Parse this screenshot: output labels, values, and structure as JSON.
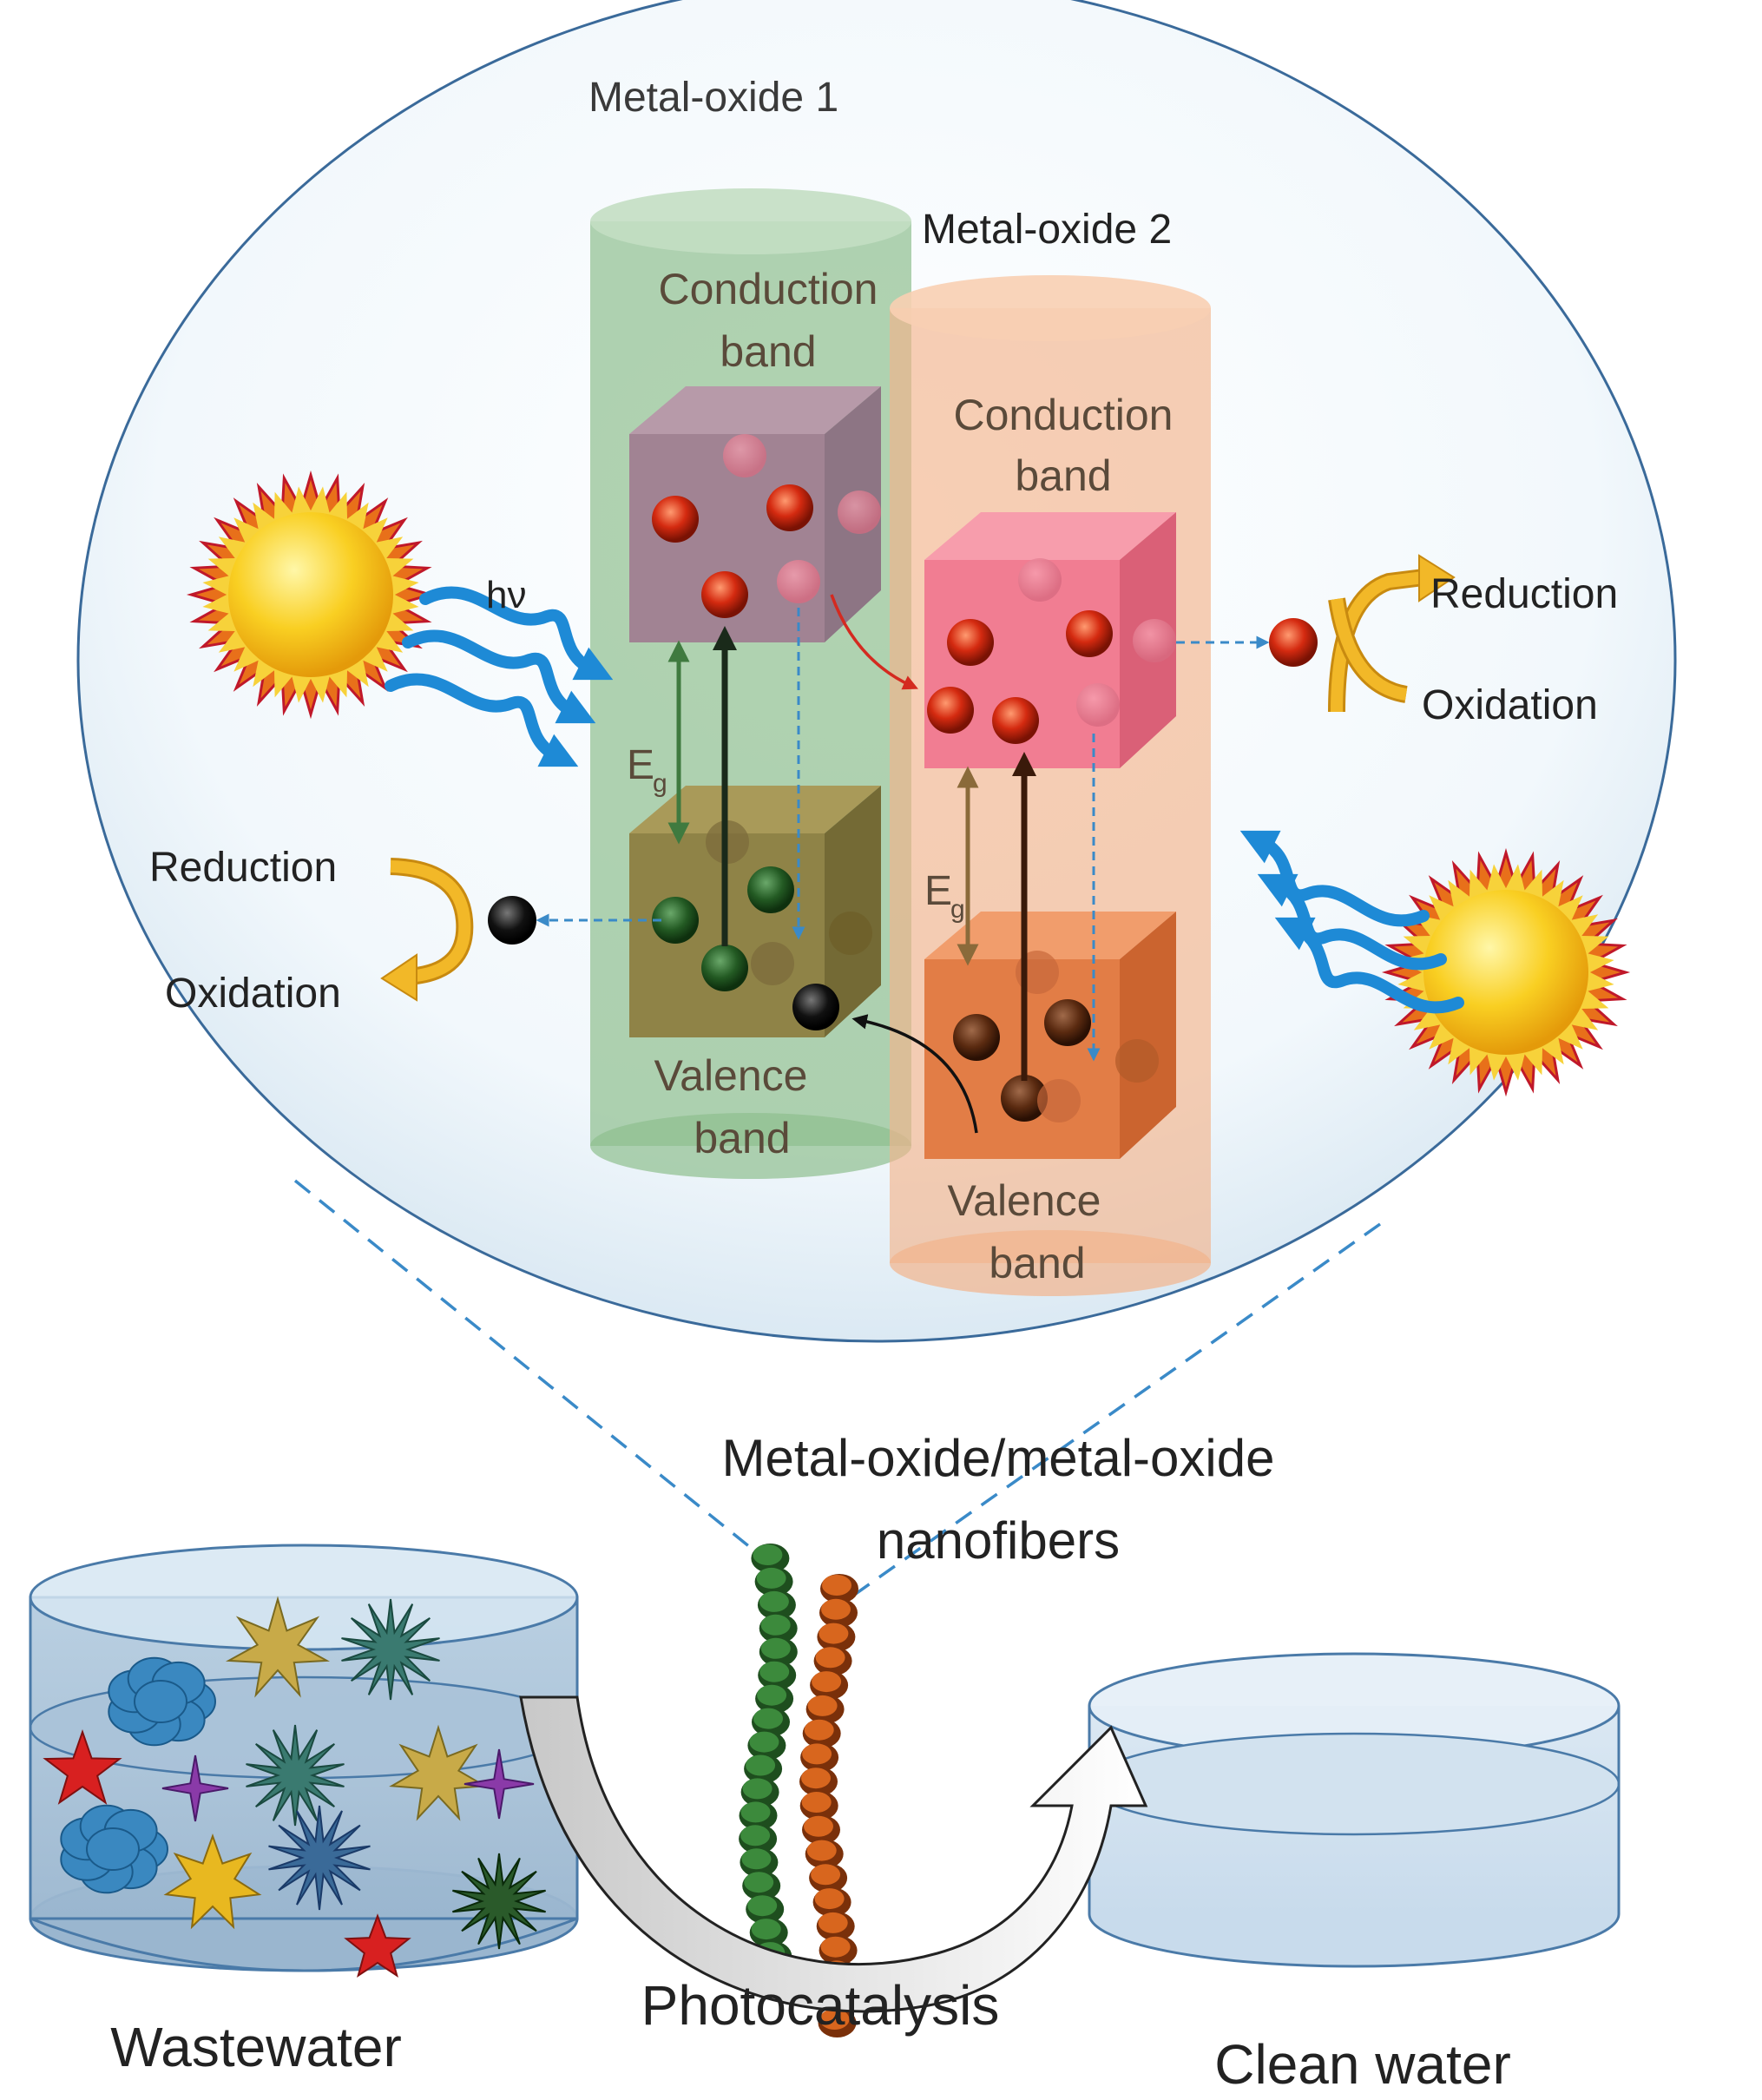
{
  "labels": {
    "metal_oxide_1": "Metal-oxide 1",
    "metal_oxide_2": "Metal-oxide 2",
    "mo1_conduction_line1": "Conduction",
    "mo1_conduction_line2": "band",
    "mo1_valence_line1": "Valence",
    "mo1_valence_line2": "band",
    "mo2_conduction_line1": "Conduction",
    "mo2_conduction_line2": "band",
    "mo2_valence_line1": "Valence",
    "mo2_valence_line2": "band",
    "hv": "hν",
    "eg_main": "E",
    "eg_sub": "g",
    "reduction_right": "Reduction",
    "oxidation_right": "Oxidation",
    "reduction_left": "Reduction",
    "oxidation_left": "Oxidation",
    "nanofibers_line1": "Metal-oxide/metal-oxide",
    "nanofibers_line2": "nanofibers",
    "wastewater": "Wastewater",
    "photocatalysis": "Photocatalysis",
    "clean_water": "Clean water"
  },
  "colors": {
    "mo1_cylinder": "#8fbf8f",
    "mo2_cylinder": "#f2b48c",
    "mo1_cb_cube": "#a07a90",
    "mo1_vb_cube": "#8c7a3c",
    "mo2_cb_cube": "#f07890",
    "mo2_vb_cube": "#e07840",
    "electron": "#d42a10",
    "hole_mo1": "#2a5a2a",
    "hole_mo2": "#5a2a10",
    "photon_arrow": "#1e8ad6",
    "redox_arrow": "#e8a818",
    "sun": "#f7c51e"
  }
}
